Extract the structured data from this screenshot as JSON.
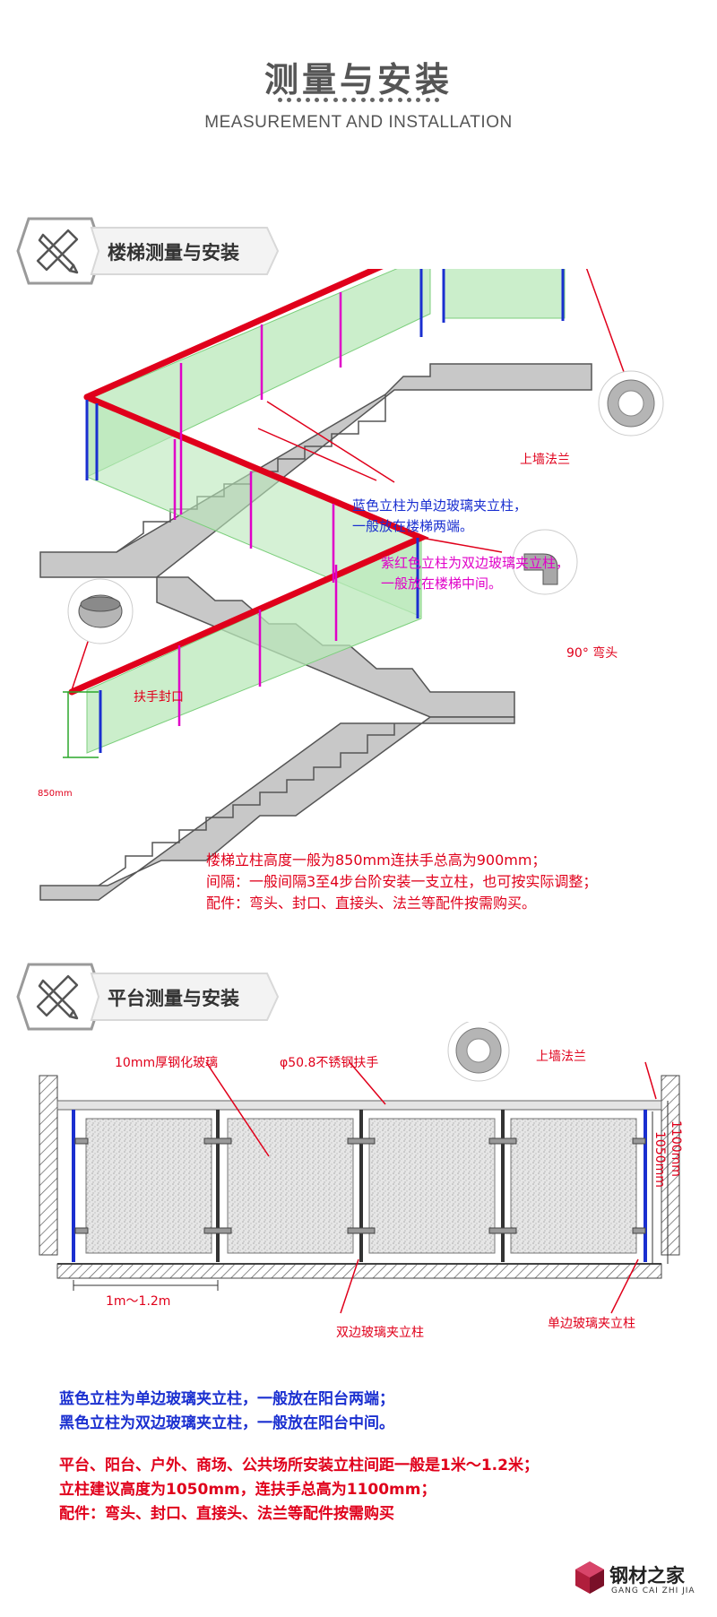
{
  "header": {
    "title": "测量与安装",
    "subtitle": "MEASUREMENT AND INSTALLATION"
  },
  "stairs": {
    "badge": "楼梯测量与安装",
    "wall_flange": "上墙法兰",
    "blue_post_1": "蓝色立柱为单边玻璃夹立柱，",
    "blue_post_2": "一般放在楼梯两端。",
    "magenta_post_1": "紫红色立柱为双边玻璃夹立柱，",
    "magenta_post_2": "一般放在楼梯中间。",
    "elbow": "90° 弯头",
    "end_cap": "扶手封口",
    "height_mark": "850mm",
    "note_1": "楼梯立柱高度一般为850mm连扶手总高为900mm；",
    "note_2": "间隔：一般间隔3至4步台阶安装一支立柱，也可按实际调整；",
    "note_3": "配件：弯头、封口、直接头、法兰等配件按需购买。"
  },
  "platform": {
    "badge": "平台测量与安装",
    "glass": "10mm厚钢化玻璃",
    "handrail": "φ50.8不锈钢扶手",
    "wall_flange": "上墙法兰",
    "dim_total": "1100mm",
    "dim_post": "1050mm",
    "spacing": "1m～1.2m",
    "double_post": "双边玻璃夹立柱",
    "single_post": "单边玻璃夹立柱",
    "note_blue_1": "蓝色立柱为单边玻璃夹立柱，一般放在阳台两端；",
    "note_blue_2": "黑色立柱为双边玻璃夹立柱，一般放在阳台中间。",
    "note_red_1": "平台、阳台、户外、商场、公共场所安装立柱间距一般是1米～1.2米；",
    "note_red_2": "立柱建议高度为1050mm，连扶手总高为1100mm；",
    "note_red_3": "配件：弯头、封口、直接头、法兰等配件按需购买"
  },
  "logo": {
    "name": "钢材之家",
    "pinyin": "GANG CAI ZHI JIA"
  },
  "colors": {
    "handrail": "#e0001b",
    "single_post": "#1a2fd0",
    "double_post": "#e000c8",
    "glass": "#b9e8b9",
    "concrete": "#c8c8c8"
  }
}
